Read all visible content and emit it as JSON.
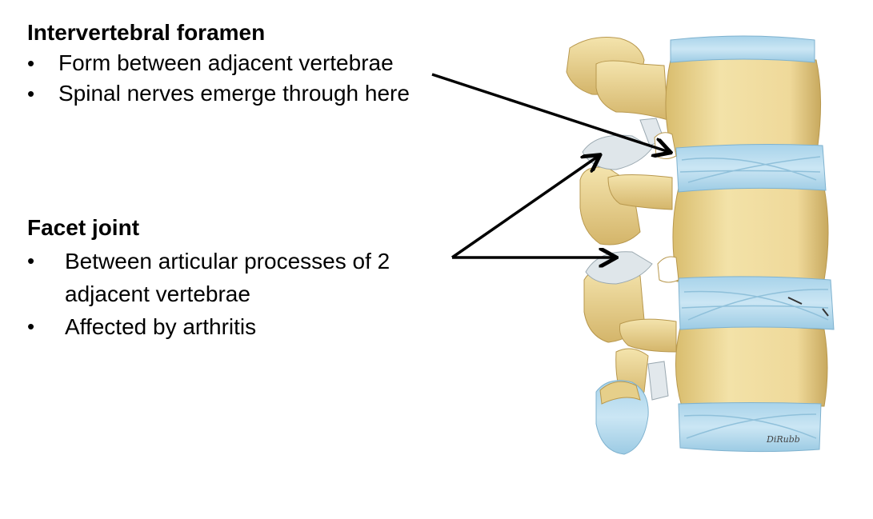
{
  "foramen": {
    "heading": "Intervertebral foramen",
    "bullets": [
      "Form between adjacent vertebrae",
      "Spinal nerves emerge through here"
    ]
  },
  "facet": {
    "heading": "Facet joint",
    "bullets": [
      "Between articular processes of 2 adjacent vertebrae",
      "Affected by arthritis"
    ]
  },
  "bullet_symbol": "•",
  "signature": "DiRubb",
  "colors": {
    "bone": "#eedb9c",
    "bone_shadow": "#c9ad62",
    "ligament": "#b8dcee",
    "ligament_line": "#8fc0da",
    "arrow": "#000000"
  }
}
